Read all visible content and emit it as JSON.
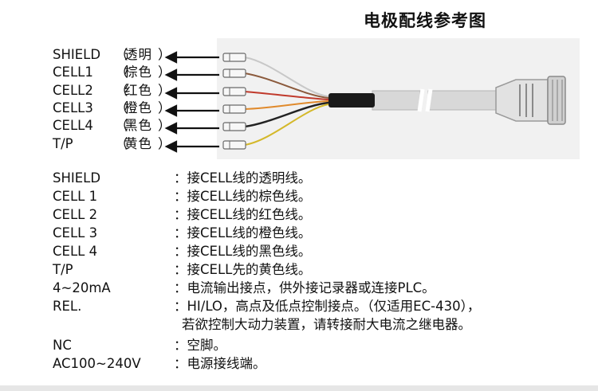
{
  "title": "电极配线参考图",
  "wires": [
    {
      "code": "SHIELD",
      "lp": "（",
      "color": "透明",
      "rp": "）"
    },
    {
      "code": "CELL1",
      "lp": "（",
      "color": "棕色",
      "rp": "）"
    },
    {
      "code": "CELL2",
      "lp": "（",
      "color": "红色",
      "rp": "）"
    },
    {
      "code": "CELL3",
      "lp": "（",
      "color": "橙色",
      "rp": "）"
    },
    {
      "code": "CELL4",
      "lp": "（",
      "color": "黑色",
      "rp": "）"
    },
    {
      "code": "T/P",
      "lp": "（",
      "color": "黄色",
      "rp": "）"
    }
  ],
  "descriptions": [
    {
      "term": "SHIELD",
      "text": "：接CELL线的透明线。"
    },
    {
      "term": "CELL 1",
      "text": "：接CELL线的棕色线。"
    },
    {
      "term": "CELL 2",
      "text": "：接CELL线的红色线。"
    },
    {
      "term": "CELL 3",
      "text": "：接CELL线的橙色线。"
    },
    {
      "term": "CELL 4",
      "text": "：接CELL线的黑色线。"
    },
    {
      "term": "T/P",
      "text": "：接CELL先的黄色线。"
    },
    {
      "term": "4~20mA",
      "text": "：电流输出接点，供外接记录器或连接PLC。"
    },
    {
      "term": "REL.",
      "text": "：HI/LO，高点及低点控制接点。（仅适用EC-430），",
      "continuation": "若欲控制大动力装置，请转接耐大电流之继电器。"
    },
    {
      "term": "NC",
      "text": "：空脚。"
    },
    {
      "term": "AC100~240V",
      "text": "：电源接线端。"
    }
  ],
  "colors": {
    "text": "#111111",
    "photo_background": "#f1f1f1",
    "cable": "#d6d6d6",
    "heat_shrink": "#1a1a1a"
  }
}
